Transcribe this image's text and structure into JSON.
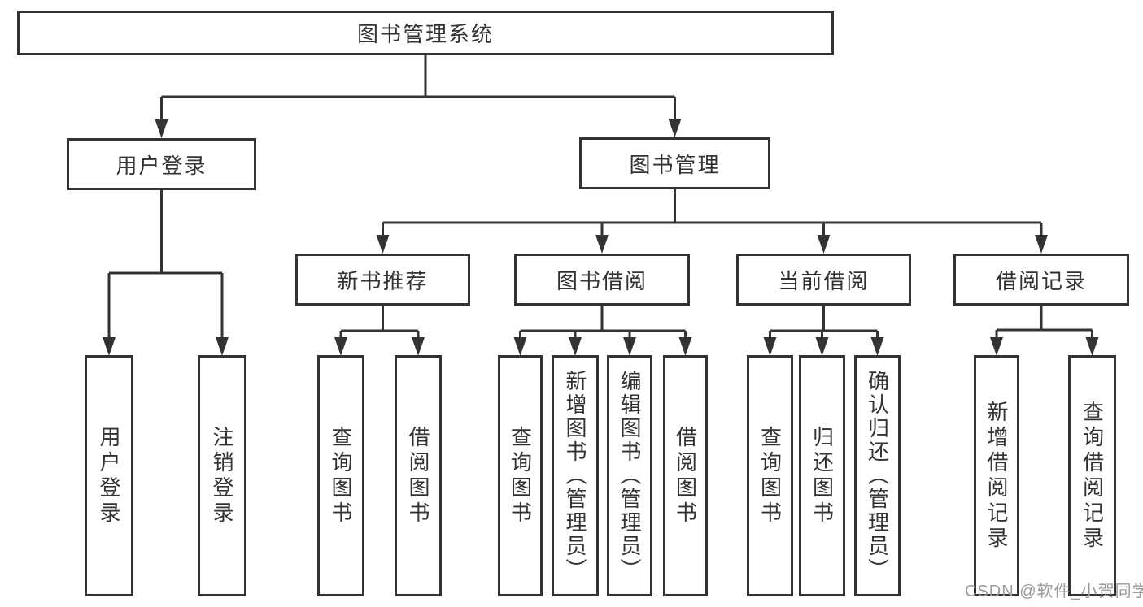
{
  "diagram_title": "图书管理系统",
  "colors": {
    "line": "#333333",
    "box_border": "#333333",
    "text": "#333333",
    "background": "#ffffff",
    "watermark": "#9a9a9a"
  },
  "tree": {
    "label": "图书管理系统",
    "children": [
      {
        "label": "用户登录",
        "children": [
          {
            "label": "用户登录"
          },
          {
            "label": "注销登录"
          }
        ]
      },
      {
        "label": "图书管理",
        "children": [
          {
            "label": "新书推荐",
            "children": [
              {
                "label": "查询图书"
              },
              {
                "label": "借阅图书"
              }
            ]
          },
          {
            "label": "图书借阅",
            "children": [
              {
                "label": "查询图书"
              },
              {
                "label": "新增图书（管理员）"
              },
              {
                "label": "编辑图书（管理员）"
              },
              {
                "label": "借阅图书"
              }
            ]
          },
          {
            "label": "当前借阅",
            "children": [
              {
                "label": "查询图书"
              },
              {
                "label": "归还图书"
              },
              {
                "label": "确认归还（管理员）"
              }
            ]
          },
          {
            "label": "借阅记录",
            "children": [
              {
                "label": "新增借阅记录"
              },
              {
                "label": "查询借阅记录"
              }
            ]
          }
        ]
      }
    ]
  },
  "watermark": {
    "text": "CSDN @软件_小贺同学"
  }
}
